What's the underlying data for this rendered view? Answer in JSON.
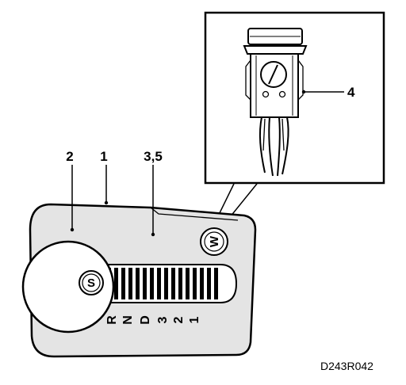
{
  "callouts": {
    "c1": "1",
    "c2": "2",
    "c35": "3,5",
    "c4": "4"
  },
  "button_s": "S",
  "button_w": "W",
  "gears": [
    "R",
    "N",
    "D",
    "3",
    "2",
    "1"
  ],
  "reference_code": "D243R042",
  "colors": {
    "housing_fill": "#e4e4e4",
    "ink": "#000000",
    "paper": "#ffffff"
  }
}
